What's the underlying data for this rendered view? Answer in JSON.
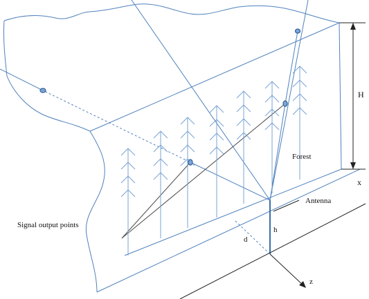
{
  "labels": {
    "height_label": "H",
    "x_label": "x",
    "forest_label": "Forest",
    "antenna_label": "Antenna",
    "signal_output_points_label": "Signal output points",
    "h_label": "h",
    "d_label": "d",
    "z_label": "z"
  },
  "colors": {
    "surface_lines": "#4f81bd",
    "trees": "#7aa3d4",
    "axes": "#222222",
    "rays": "#555555"
  }
}
